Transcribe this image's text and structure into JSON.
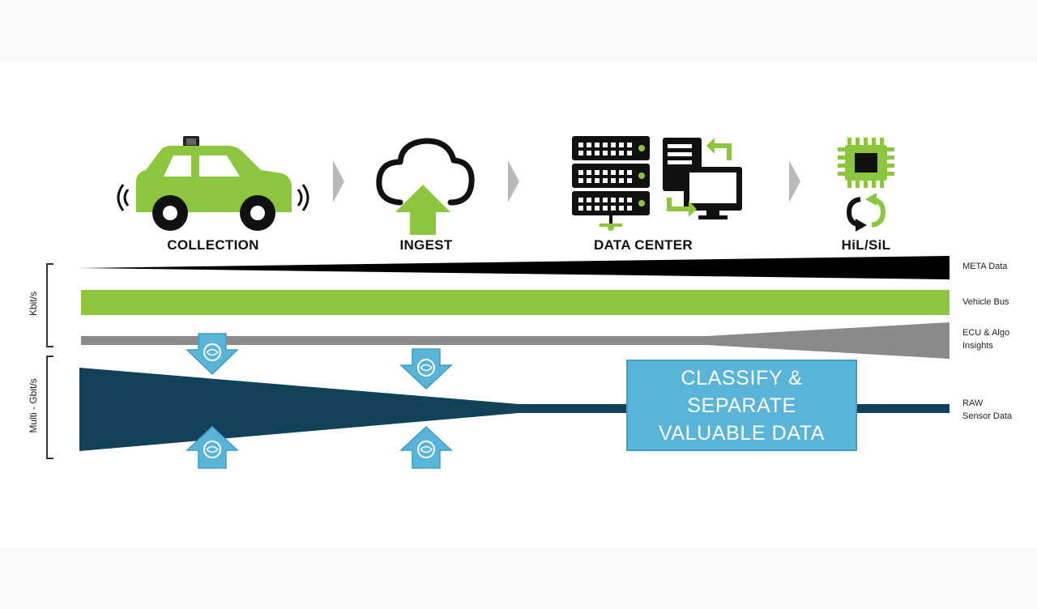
{
  "stages": [
    {
      "label": "COLLECTION",
      "icon": "car-icon"
    },
    {
      "label": "INGEST",
      "icon": "cloud-upload-icon"
    },
    {
      "label": "DATA CENTER",
      "icon": "server-rack-icon"
    },
    {
      "label": "HiL/SiL",
      "icon": "chip-icon"
    }
  ],
  "rows": {
    "meta": {
      "label": "META Data",
      "color": "#000000"
    },
    "vehicle_bus": {
      "label": "Vehicle Bus",
      "color": "#8cc63f"
    },
    "ecu": {
      "label_line1": "ECU & Algo",
      "label_line2": "Insights",
      "color": "#8a8a8a"
    },
    "raw": {
      "label_line1": "RAW",
      "label_line2": "Sensor Data",
      "color": "#12415a"
    }
  },
  "axis": {
    "upper": "Kbit/s",
    "lower": "Multi - Gbit/s"
  },
  "classify": {
    "line1": "CLASSIFY &",
    "line2": "SEPARATE",
    "line3": "VALUABLE DATA"
  },
  "colors": {
    "accent_green": "#8cc63f",
    "accent_blue": "#5ab4d8",
    "dark_teal": "#12415a",
    "grey": "#8a8a8a"
  }
}
